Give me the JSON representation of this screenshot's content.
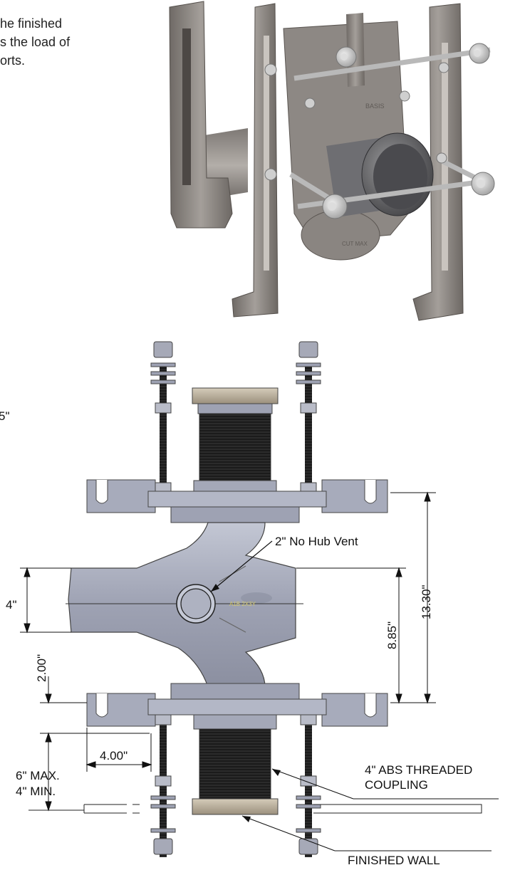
{
  "intro": {
    "line1": "he finished",
    "line2": "s the load of",
    "line3": "orts."
  },
  "photo": {
    "casting_mark_top": "BASIS",
    "casting_mark_bottom": "CUT MAX"
  },
  "drawing": {
    "left_cut_label": "5\"",
    "vent_label": "2\" No Hub Vent",
    "pipe_size": "4\"",
    "dim_8_85": "8.85\"",
    "dim_13_30": "13.30\"",
    "dim_2_00": "2.00\"",
    "dim_4_00": "4.00\"",
    "max_label": "6\" MAX.",
    "min_label": "4\" MIN.",
    "coupling_line1": "4\" ABS THREADED",
    "coupling_line2": "COUPLING",
    "finished_wall": "FINISHED WALL"
  },
  "colors": {
    "casting_gray": "#8f8a86",
    "pipe_blue_gray": "#a9adbd",
    "thread_black": "#1b1b1b",
    "cap_beige": "#bfb39d"
  }
}
